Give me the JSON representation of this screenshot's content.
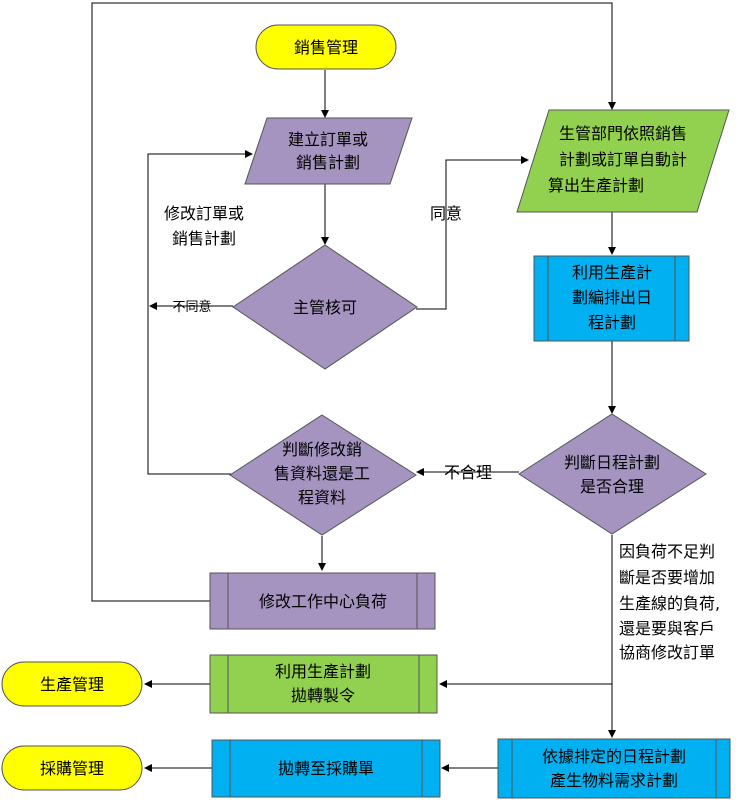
{
  "nodes": {
    "sales_mgmt": "銷售管理",
    "create_order_l1": "建立訂單或",
    "create_order_l2": "銷售計劃",
    "supervisor_approve": "主管核可",
    "judge_modify_l1": "判斷修改銷",
    "judge_modify_l2": "售資料還是工",
    "judge_modify_l3": "程資料",
    "modify_wc_load": "修改工作中心負荷",
    "prod_plan_l1": "生管部門依照銷售",
    "prod_plan_l2": "計劃或訂單自動計",
    "prod_plan_l3": "算出生產計劃",
    "schedule_l1": "利用生產計",
    "schedule_l2": "劃編排出日",
    "schedule_l3": "程計劃",
    "judge_schedule_l1": "判斷日程計劃",
    "judge_schedule_l2": "是否合理",
    "issue_order_l1": "利用生產計劃",
    "issue_order_l2": "拋轉製令",
    "production_mgmt": "生產管理",
    "mrp_l1": "依據排定的日程計劃",
    "mrp_l2": "產生物料需求計劃",
    "to_purchase_req": "拋轉至採購單",
    "purchase_mgmt": "採購管理"
  },
  "labels": {
    "modify_order_l1": "修改訂單或",
    "modify_order_l2": "銷售計劃",
    "agree": "同意",
    "disagree": "不同意",
    "unreasonable": "不合理",
    "note_l1": "因負荷不足判",
    "note_l2": "斷是否要增加",
    "note_l3": "生產線的負荷,",
    "note_l4": "還是要與客戶",
    "note_l5": "協商修改訂單"
  },
  "colors": {
    "terminator": "#ffff00",
    "purple": "#a593c0",
    "green": "#92d050",
    "blue": "#00b0f0"
  }
}
